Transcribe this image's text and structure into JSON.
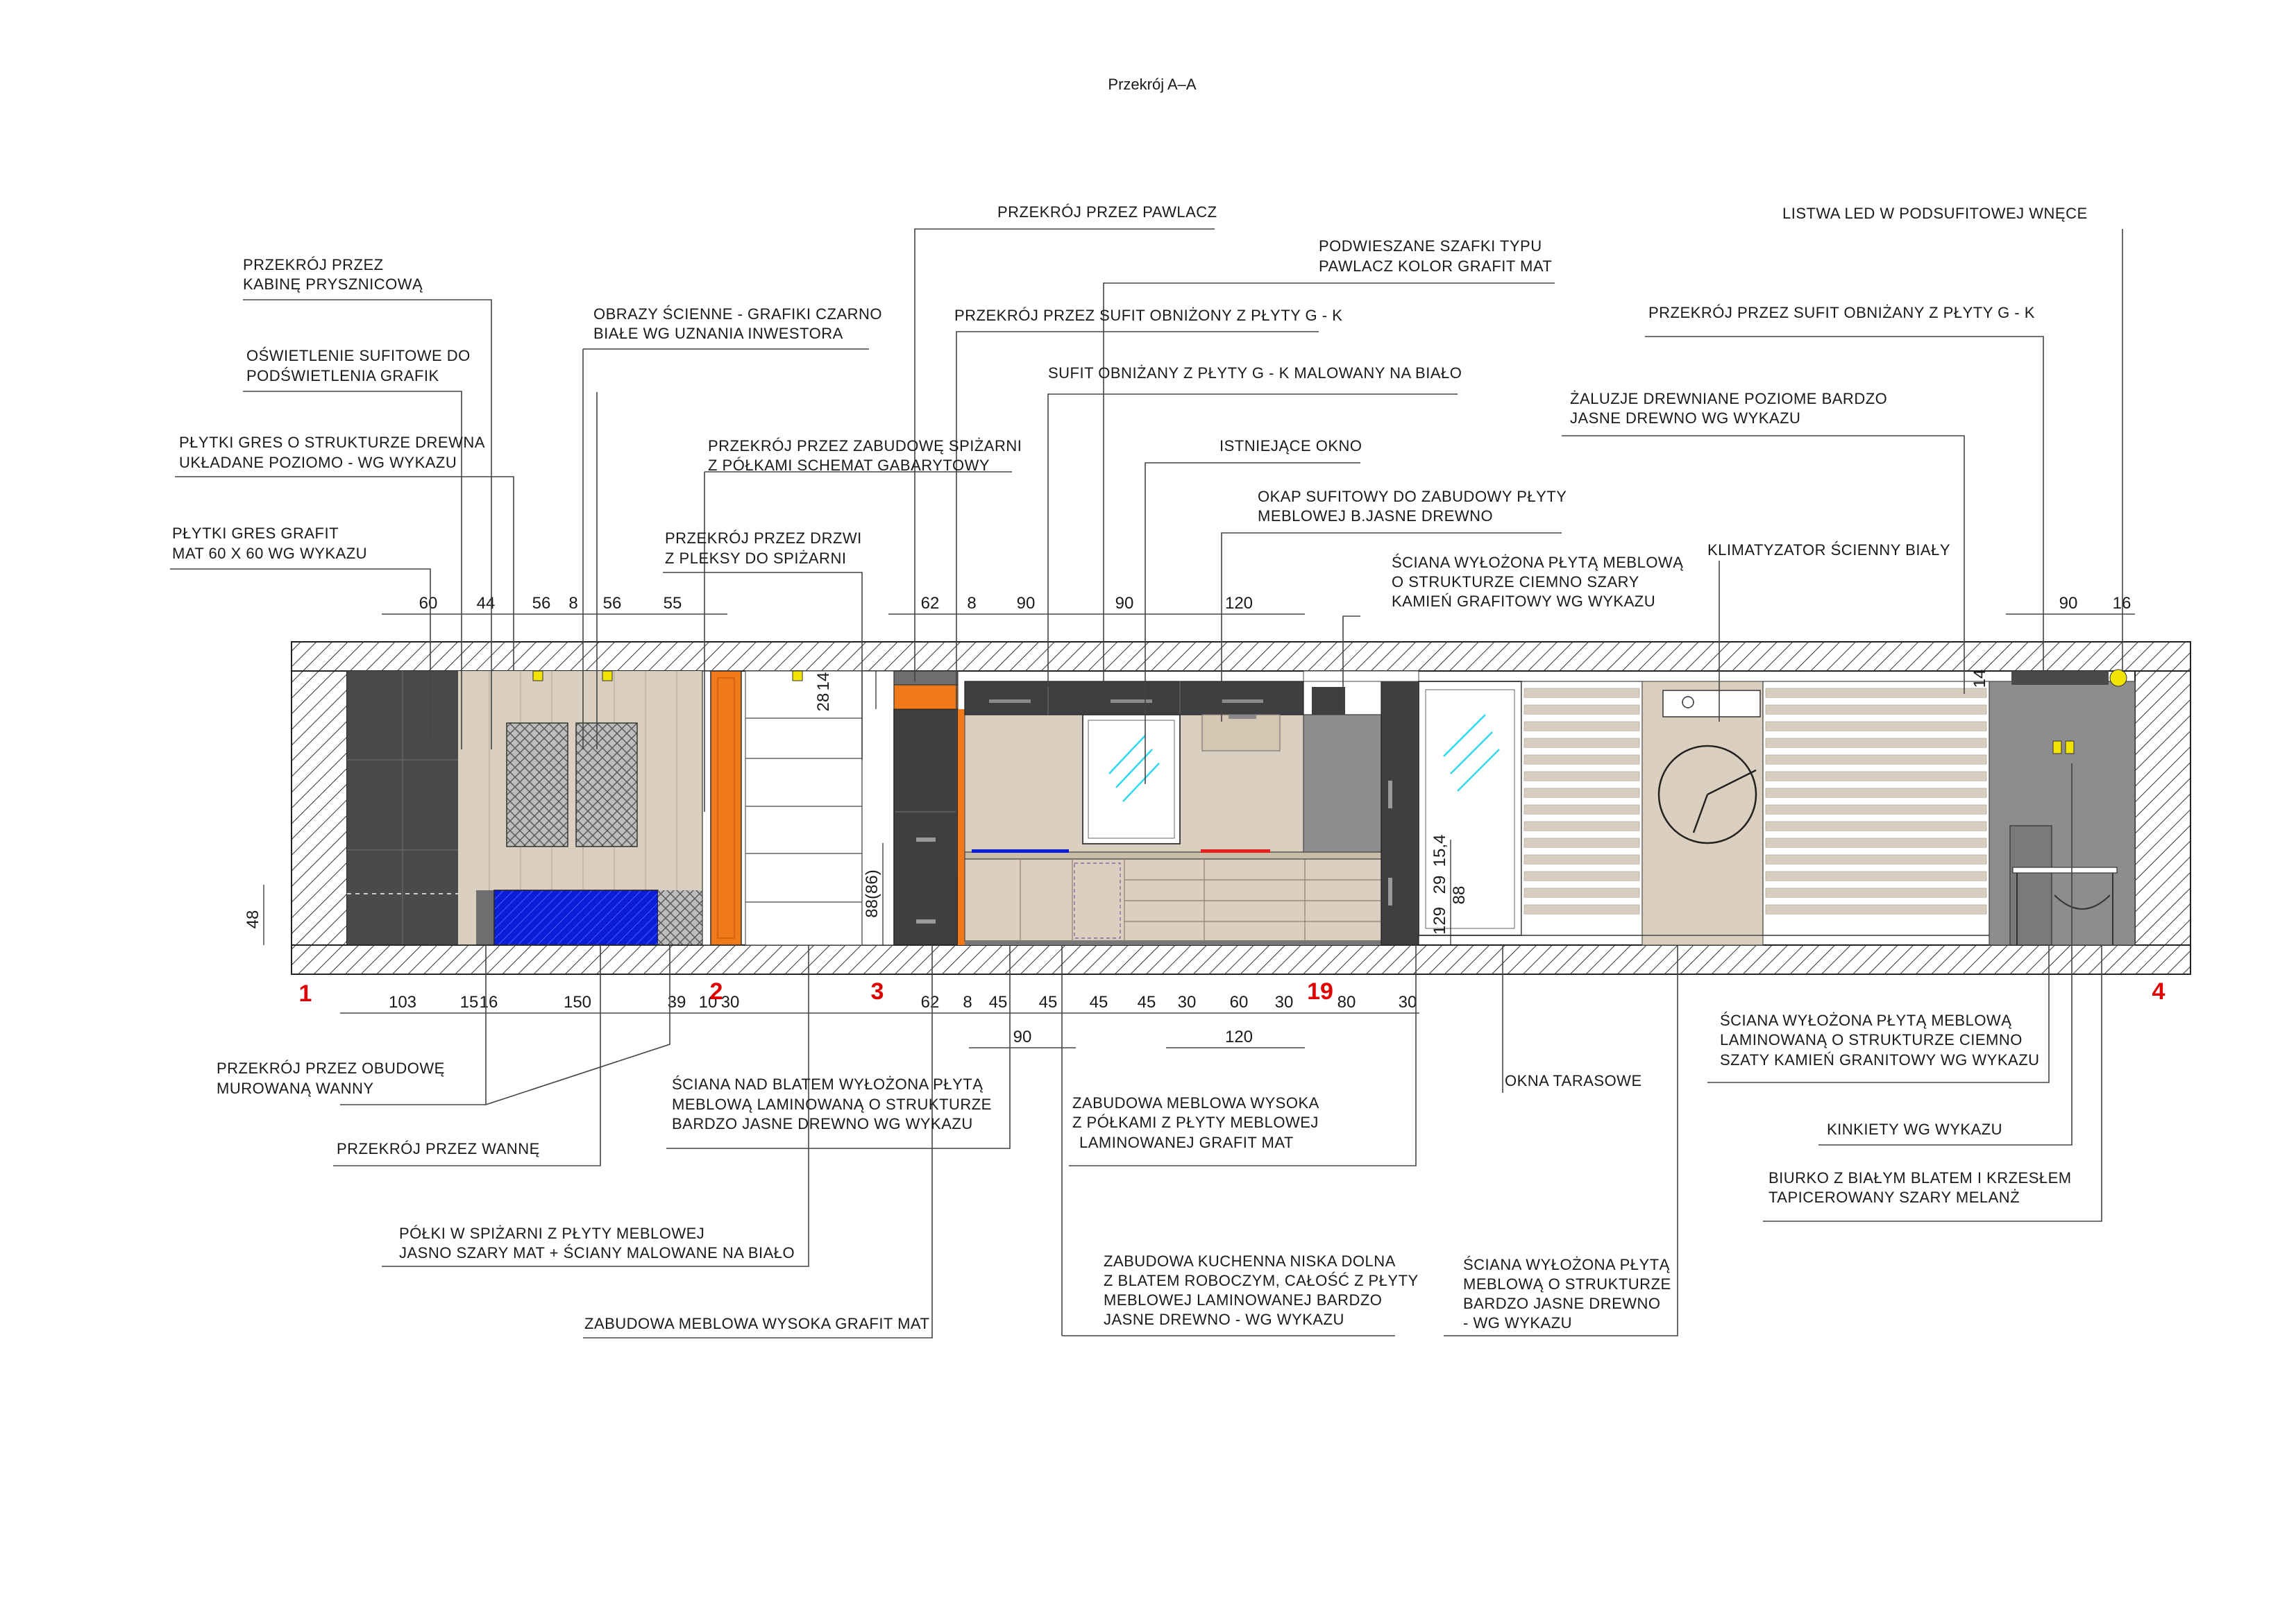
{
  "title": "Przekrój A–A",
  "markers": [
    "1",
    "2",
    "3",
    "19",
    "4"
  ],
  "top_dims": [
    "60",
    "44",
    "56",
    "8",
    "56",
    "55",
    "62",
    "8",
    "90",
    "90",
    "120",
    "90",
    "16"
  ],
  "bottom_dims": [
    "103",
    "15",
    "16",
    "150",
    "39",
    "10",
    "30",
    "62",
    "8",
    "45",
    "45",
    "45",
    "45",
    "30",
    "60",
    "30",
    "80",
    "30"
  ],
  "bottom_dims2": [
    "90",
    "120"
  ],
  "vertical_dims": [
    "48",
    "28",
    "14",
    "88(86)",
    "129",
    "29",
    "15,4",
    "88",
    "14"
  ],
  "labels": {
    "kabina_1": "PRZEKRÓJ PRZEZ",
    "kabina_2": "KABINĘ PRYSZNICOWĄ",
    "oswietlenie_1": "OŚWIETLENIE SUFITOWE DO",
    "oswietlenie_2": "PODŚWIETLENIA GRAFIK",
    "plytki_drewno_1": "PŁYTKI GRES O STRUKTURZE DREWNA",
    "plytki_drewno_2": "UKŁADANE POZIOMO - WG WYKAZU",
    "plytki_grafit_1": "PŁYTKI GRES GRAFIT",
    "plytki_grafit_2": "MAT 60 X 60 WG WYKAZU",
    "obrazy_1": "OBRAZY ŚCIENNE - GRAFIKI CZARNO",
    "obrazy_2": "BIAŁE WG UZNANIA INWESTORA",
    "pawlacz": "PRZEKRÓJ PRZEZ PAWLACZ",
    "podwieszane_1": "PODWIESZANE SZAFKI TYPU",
    "podwieszane_2": "PAWLACZ KOLOR GRAFIT MAT",
    "sufit_przekroj_1": "PRZEKRÓJ PRZEZ SUFIT OBNIŻONY Z PŁYTY G - K",
    "sufit_malowany": "SUFIT OBNIŻANY Z PŁYTY G - K MALOWANY NA BIAŁO",
    "spizarnia_1": "PRZEKRÓJ PRZEZ ZABUDOWĘ SPIŻARNI",
    "spizarnia_2": "Z PÓŁKAMI SCHEMAT GABARYTOWY",
    "okno": "ISTNIEJĄCE OKNO",
    "okap_1": "OKAP SUFITOWY DO ZABUDOWY PŁYTY",
    "okap_2": "MEBLOWEJ B.JASNE DREWNO",
    "drzwi_1": "PRZEKRÓJ PRZEZ DRZWI",
    "drzwi_2": "Z PLEKSY DO SPIŻARNI",
    "sciana_grafit_1": "ŚCIANA WYŁOŻONA PŁYTĄ MEBLOWĄ",
    "sciana_grafit_2": "O STRUKTURZE CIEMNO SZARY",
    "sciana_grafit_3": "KAMIEŃ GRAFITOWY WG WYKAZU",
    "listwa_led": "LISTWA LED W PODSUFITOWEJ WNĘCE",
    "sufit_przekroj_2": "PRZEKRÓJ PRZEZ SUFIT OBNIŻANY Z PŁYTY G - K",
    "zaluzje_1": "ŻALUZJE DREWNIANE  POZIOME BARDZO",
    "zaluzje_2": "JASNE DREWNO WG WYKAZU",
    "klimatyzator": "KLIMATYZATOR ŚCIENNY BIAŁY",
    "obudowa_1": "PRZEKRÓJ PRZEZ OBUDOWĘ",
    "obudowa_2": "MUROWANĄ WANNY",
    "wanna": "PRZEKRÓJ PRZEZ WANNĘ",
    "polki_1": "PÓŁKI W SPIŻARNI Z PŁYTY MEBLOWEJ",
    "polki_2": "JASNO SZARY MAT + ŚCIANY MALOWANE NA BIAŁO",
    "wysoka_grafit": "ZABUDOWA MEBLOWA WYSOKA GRAFIT MAT",
    "nad_blatem_1": "ŚCIANA NAD BLATEM WYŁOŻONA PŁYTĄ",
    "nad_blatem_2": "MEBLOWĄ LAMINOWANĄ O STRUKTURZE",
    "nad_blatem_3": "BARDZO JASNE DREWNO WG WYKAZU",
    "wysoka_polki_1": "ZABUDOWA MEBLOWA WYSOKA",
    "wysoka_polki_2": "Z PÓŁKAMI Z PŁYTY MEBLOWEJ",
    "wysoka_polki_3": "LAMINOWANEJ GRAFIT MAT",
    "kuchenna_1": "ZABUDOWA KUCHENNA NISKA DOLNA",
    "kuchenna_2": "Z BLATEM ROBOCZYM, CAŁOŚĆ Z PŁYTY",
    "kuchenna_3": "MEBLOWEJ LAMINOWANEJ BARDZO",
    "kuchenna_4": "JASNE DREWNO - WG WYKAZU",
    "okna_tarasowe": "OKNA TARASOWE",
    "sciana_drewno_1": "ŚCIANA WYŁOŻONA PŁYTĄ",
    "sciana_drewno_2": "MEBLOWĄ O STRUKTURZE",
    "sciana_drewno_3": "BARDZO JASNE DREWNO",
    "sciana_drewno_4": "- WG WYKAZU",
    "sciana_granit_1": "ŚCIANA WYŁOŻONA PŁYTĄ MEBLOWĄ",
    "sciana_granit_2": "LAMINOWANĄ O STRUKTURZE CIEMNO",
    "sciana_granit_3": "SZATY KAMIEŃ GRANITOWY WG WYKAZU",
    "kinkiety": "KINKIETY WG WYKAZU",
    "biurko_1": "BIURKO Z BIAŁYM BLATEM I KRZESŁEM",
    "biurko_2": "TAPICEROWANY SZARY MELANŻ"
  },
  "colors": {
    "graphite": "#4a4a4c",
    "light_wood": "#dbcfbf",
    "orange": "#f07a1a",
    "blue": "#0a1ed8",
    "red_marker": "#e00000",
    "cyan_glass": "#2fd8ee",
    "grey_panel": "#8d8d8f",
    "yellow_light": "#f2e400"
  }
}
